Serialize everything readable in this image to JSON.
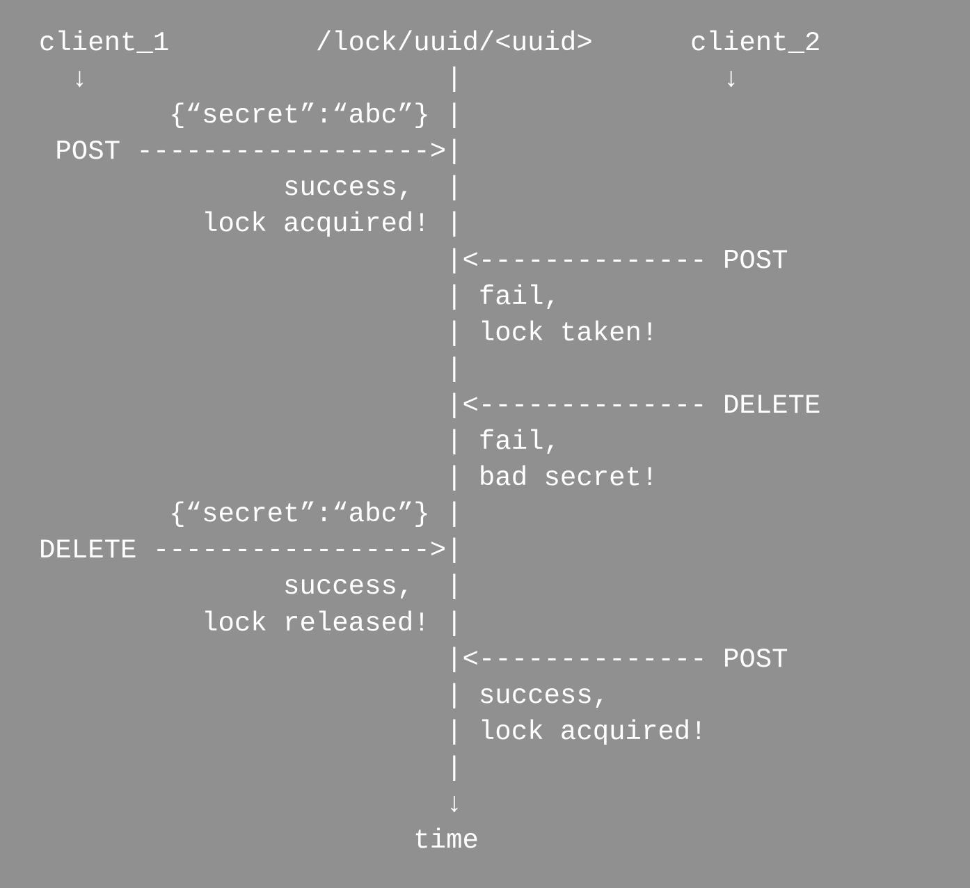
{
  "diagram": {
    "lines": [
      "client_1         /lock/uuid/<uuid>      client_2",
      "  ↓                      |                ↓",
      "        {“secret”:“abc”} |",
      " POST ------------------>|",
      "               success,  |",
      "          lock acquired! |",
      "                         |<-------------- POST",
      "                         | fail,",
      "                         | lock taken!",
      "                         |",
      "                         |<-------------- DELETE",
      "                         | fail,",
      "                         | bad secret!",
      "        {“secret”:“abc”} |",
      "DELETE ----------------->|",
      "               success,  |",
      "          lock released! |",
      "                         |<-------------- POST",
      "                         | success,",
      "                         | lock acquired!",
      "                         |",
      "                         ↓",
      "                       time"
    ]
  }
}
